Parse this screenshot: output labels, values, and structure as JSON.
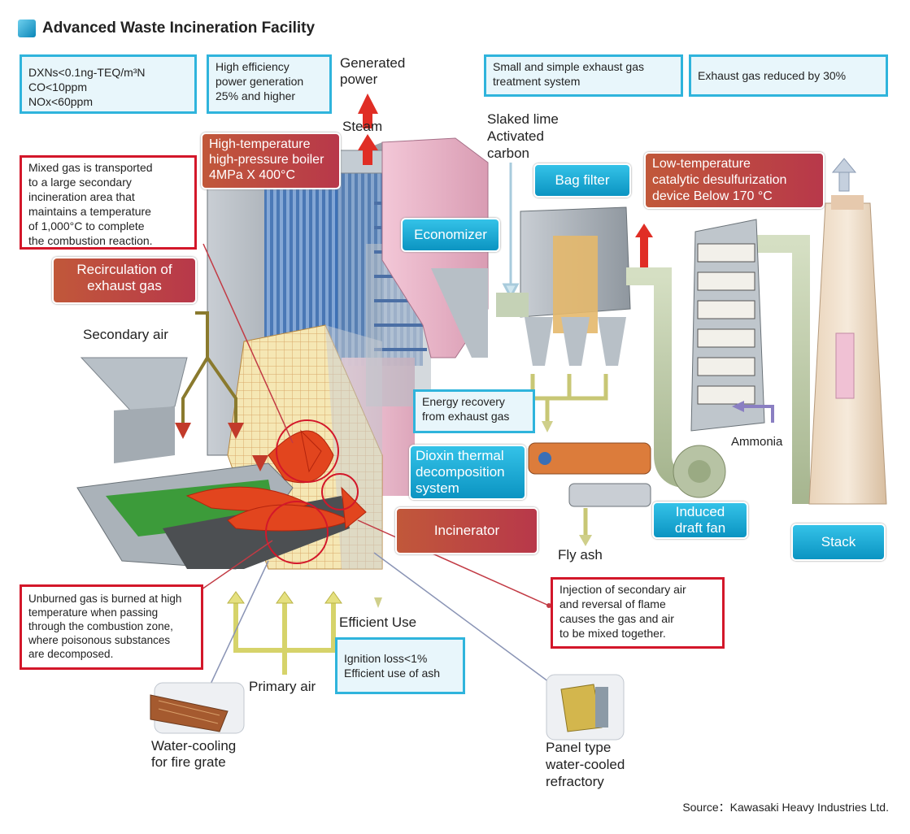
{
  "title": "Advanced Waste Incineration Facility",
  "source": "Source：Kawasaki Heavy Industries Ltd.",
  "info_boxes": {
    "emissions": "DXNs<0.1ng-TEQ/m³N\nCO<10ppm\nNOx<60ppm",
    "efficiency": "High efficiency\npower generation\n25% and higher",
    "small_system": "Small and simple exhaust gas\ntreatment system",
    "exhaust_reduced": "Exhaust gas reduced by 30%",
    "energy_recovery": "Energy recovery\nfrom exhaust gas",
    "ignition_loss": "Ignition loss<1%\nEfficient use of ash"
  },
  "note_boxes": {
    "mixed_gas": "Mixed gas is transported\nto a large secondary\nincineration area that\nmaintains a temperature\nof 1,000°C to complete\nthe combustion reaction.",
    "unburned_gas": "Unburned gas is burned at high\ntemperature when passing\nthrough the combustion zone,\nwhere poisonous substances\nare decomposed.",
    "secondary_injection": "Injection of secondary air\nand reversal of flame\ncauses the gas and air\nto be mixed together."
  },
  "red_labels": {
    "boiler": "High-temperature\nhigh-pressure boiler\n4MPa X 400°C",
    "recirculation": "Recirculation of\nexhaust gas",
    "desulfurization": "Low-temperature\ncatalytic desulfurization\ndevice Below 170 °C",
    "incinerator": "Incinerator"
  },
  "teal_labels": {
    "economizer": "Economizer",
    "bag_filter": "Bag filter",
    "dioxin": "Dioxin thermal\ndecomposition\nsystem",
    "induced_fan": "Induced\ndraft fan",
    "stack": "Stack"
  },
  "plain_labels": {
    "generated_power": "Generated\npower",
    "steam": "Steam",
    "slaked_lime": "Slaked lime\nActivated\ncarbon",
    "secondary_air": "Secondary air",
    "ammonia": "Ammonia",
    "fly_ash": "Fly ash",
    "efficient_use": "Efficient Use",
    "primary_air": "Primary air",
    "water_cooling": "Water-cooling\nfor fire grate",
    "panel_type": "Panel type\nwater-cooled\nrefractory"
  },
  "colors": {
    "accent_blue": "#2fb4dc",
    "accent_red": "#d3172a",
    "teal": "#0b94c2"
  }
}
